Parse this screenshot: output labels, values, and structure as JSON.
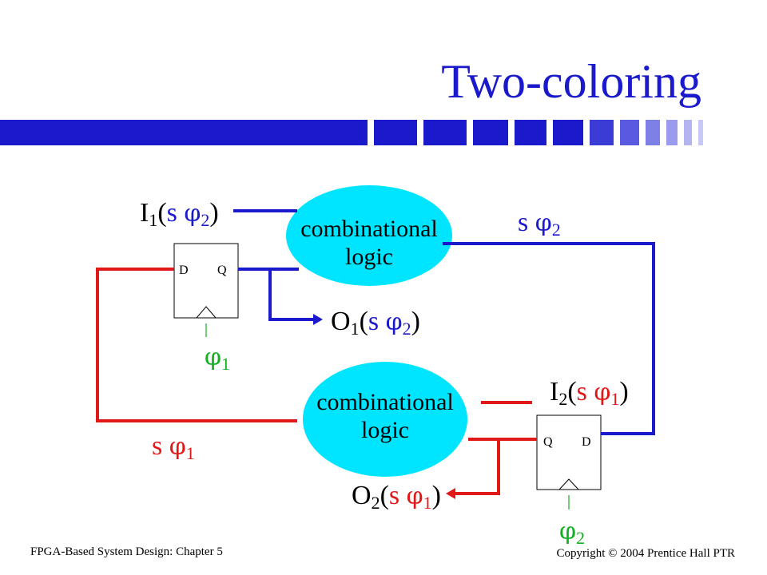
{
  "title": "Two-coloring",
  "colors": {
    "accent_blue": "#1a1acc",
    "signal_red": "#e01818",
    "clock_green": "#10b020",
    "blob_cyan": "#00e5ff"
  },
  "top_logic": {
    "line1": "combinational",
    "line2": "logic"
  },
  "bottom_logic": {
    "line1": "combinational",
    "line2": "logic"
  },
  "ff1": {
    "d": "D",
    "q": "Q"
  },
  "ff2": {
    "q": "Q",
    "d": "D"
  },
  "labels": {
    "i1": {
      "main": "I",
      "sub": "1",
      "open": "(",
      "s": "s",
      "phi": "φ",
      "phisub": "2",
      "close": ")"
    },
    "o1": {
      "main": "O",
      "sub": "1",
      "open": "(",
      "s": "s",
      "phi": "φ",
      "phisub": "2",
      "close": ")"
    },
    "i2": {
      "main": "I",
      "sub": "2",
      "open": "(",
      "s": "s",
      "phi": "φ",
      "phisub": "1",
      "close": ")"
    },
    "o2": {
      "main": "O",
      "sub": "2",
      "open": "(",
      "s": "s",
      "phi": "φ",
      "phisub": "1",
      "close": ")"
    },
    "s_phi2": {
      "s": "s",
      "phi": "φ",
      "sub": "2"
    },
    "s_phi1": {
      "s": "s",
      "phi": "φ",
      "sub": "1"
    },
    "clk1": {
      "phi": "φ",
      "sub": "1"
    },
    "clk2": {
      "phi": "φ",
      "sub": "2"
    }
  },
  "footer": {
    "left": "FPGA-Based System Design: Chapter 5",
    "right": "Copyright © 2004 Prentice Hall PTR"
  }
}
